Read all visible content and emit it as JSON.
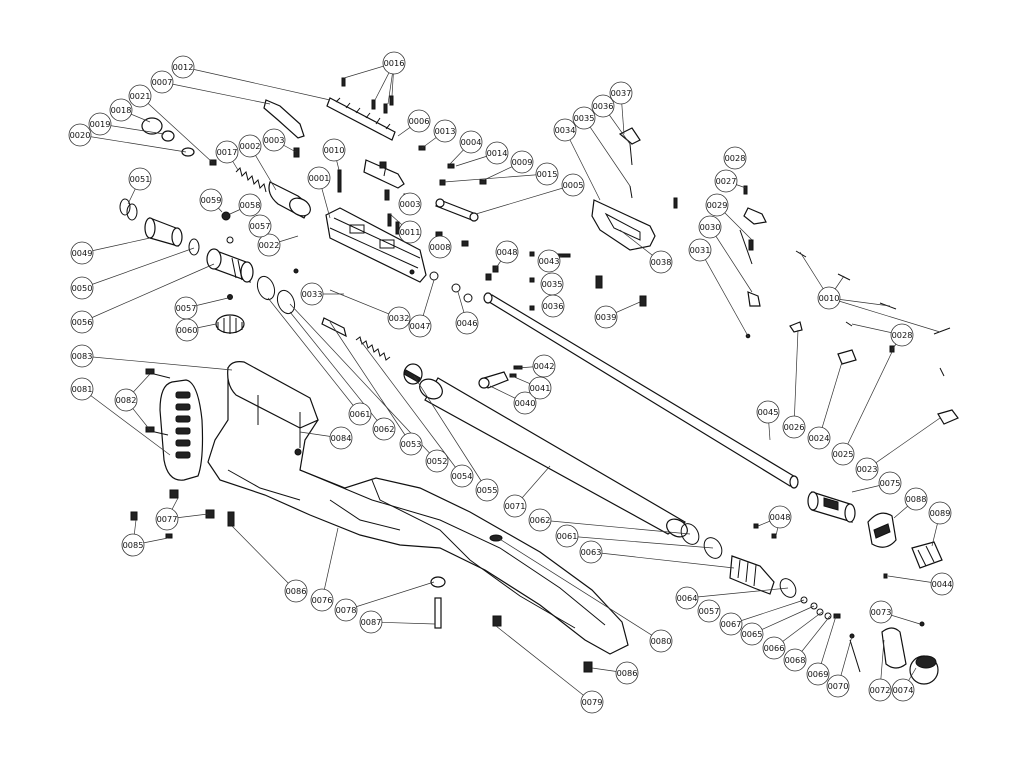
{
  "labels": [
    "0001",
    "0002",
    "0003",
    "0004",
    "0005",
    "0006",
    "0007",
    "0008",
    "0009",
    "0010",
    "0011",
    "0012",
    "0013",
    "0014",
    "0015",
    "0016",
    "0017",
    "0018",
    "0019",
    "0020",
    "0021",
    "0022",
    "0023",
    "0024",
    "0025",
    "0026",
    "0027",
    "0028",
    "0029",
    "0030",
    "0031",
    "0032",
    "0033",
    "0034",
    "0035",
    "0036",
    "0037",
    "0038",
    "0039",
    "0040",
    "0041",
    "0042",
    "0043",
    "0044",
    "0045",
    "0046",
    "0047",
    "0048",
    "0049",
    "0050",
    "0051",
    "0052",
    "0053",
    "0054",
    "0055",
    "0056",
    "0057",
    "0058",
    "0059",
    "0060",
    "0061",
    "0062",
    "0063",
    "0064",
    "0065",
    "0066",
    "0067",
    "0068",
    "0069",
    "0070",
    "0071",
    "0072",
    "0073",
    "0074",
    "0075",
    "0076",
    "0077",
    "0078",
    "0079",
    "0080",
    "0081",
    "0082",
    "0083",
    "0084",
    "0085",
    "0086",
    "0087",
    "0088",
    "0089"
  ],
  "colors": {
    "line": "#111111",
    "background": "#ffffff"
  }
}
